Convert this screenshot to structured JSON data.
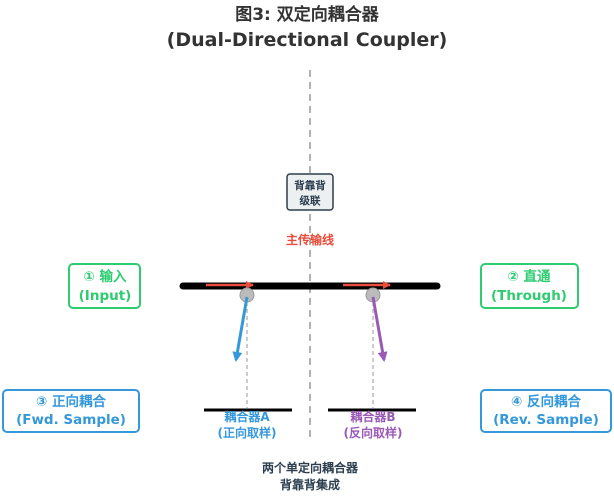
{
  "title": {
    "line1": "图3: 双定向耦合器",
    "line2": "(Dual-Directional Coupler)"
  },
  "center_box": {
    "line1": "背靠背",
    "line2": "级联"
  },
  "main_line_label": "主传输线",
  "ports": {
    "input": {
      "line1": "① 输入",
      "line2": "(Input)",
      "color": "#2ecc71"
    },
    "through": {
      "line1": "② 直通",
      "line2": "(Through)",
      "color": "#2ecc71"
    },
    "fwd": {
      "line1": "③ 正向耦合",
      "line2": "(Fwd. Sample)",
      "color": "#3498db"
    },
    "rev": {
      "line1": "④ 反向耦合",
      "line2": "(Rev. Sample)",
      "color": "#3498db"
    }
  },
  "coupler_a": {
    "line1": "耦合器A",
    "line2": "(正向取样)",
    "color": "#3498db"
  },
  "coupler_b": {
    "line1": "耦合器B",
    "line2": "(反向取样)",
    "color": "#9b59b6"
  },
  "bottom_note": {
    "line1": "两个单定向耦合器",
    "line2": "背靠背集成"
  },
  "colors": {
    "main_line": "#000000",
    "forward_arrow": "#e74c3c",
    "text_dark": "#2c3e50",
    "axis": "#999999",
    "node": "#bbbbbb"
  }
}
